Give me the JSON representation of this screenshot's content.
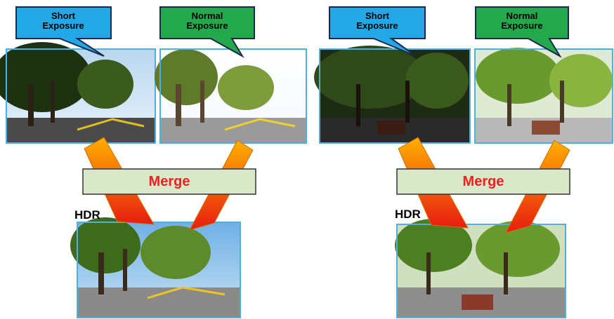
{
  "panels": [
    {
      "short_label_1": "Short",
      "short_label_2": "Exposure",
      "normal_label_1": "Normal",
      "normal_label_2": "Exposure",
      "merge_label": "Merge",
      "hdr_label": "HDR",
      "scene": "park-playground"
    },
    {
      "short_label_1": "Short",
      "short_label_2": "Exposure",
      "normal_label_1": "Normal",
      "normal_label_2": "Exposure",
      "merge_label": "Merge",
      "hdr_label": "HDR",
      "scene": "park-bench"
    }
  ],
  "colors": {
    "short_callout": "#22a8e6",
    "normal_callout": "#23a94c",
    "merge_box": "#d9e8c8",
    "merge_text": "#ee2020",
    "photo_border": "#4fb0e0"
  }
}
